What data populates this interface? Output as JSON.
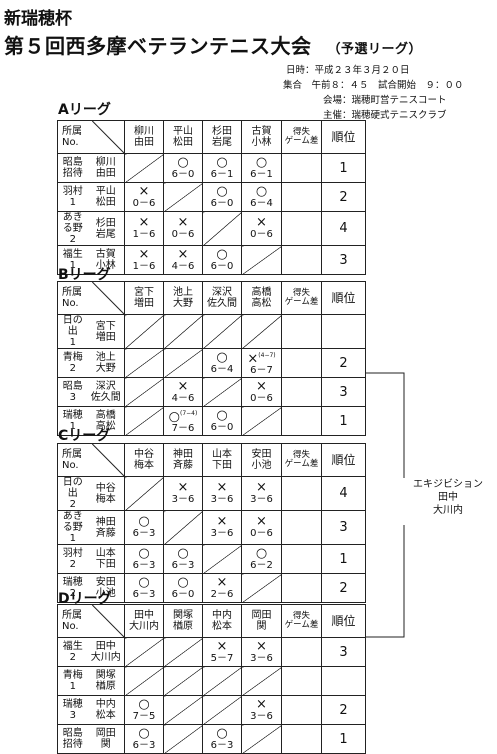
{
  "header": {
    "cup": "新瑞穂杯",
    "title": "第５回西多摩ベテランテニス大会",
    "subtitle": "（予選リーグ）",
    "date": "日時：平成２３年３月２０日",
    "times": "集合　午前８：４５　試合開始　９：００",
    "venue": "会場：瑞穂町営テニスコート",
    "host": "主催：瑞穂硬式テニスクラブ"
  },
  "table_headers": {
    "affiliation": "所属",
    "number": "No.",
    "points": [
      "得失",
      "ゲーム差"
    ],
    "rank": "順位"
  },
  "exhibition": {
    "label": "エキジビション",
    "names": [
      "田中",
      "大川内"
    ]
  },
  "leagues": [
    {
      "title": "Aリーグ",
      "teams": [
        {
          "aff": "昭島",
          "num": "招待",
          "names": [
            "柳川",
            "由田"
          ],
          "rank": "1"
        },
        {
          "aff": "羽村",
          "num": "1",
          "names": [
            "平山",
            "松田"
          ],
          "rank": "2"
        },
        {
          "aff": "あきる野",
          "num": "2",
          "names": [
            "杉田",
            "岩尾"
          ],
          "rank": "4"
        },
        {
          "aff": "福生",
          "num": "1",
          "names": [
            "古賀",
            "小林"
          ],
          "rank": "3"
        }
      ],
      "results": [
        [
          null,
          {
            "s": "○",
            "sc": "6－0"
          },
          {
            "s": "○",
            "sc": "6－1"
          },
          {
            "s": "○",
            "sc": "6－1"
          }
        ],
        [
          {
            "s": "×",
            "sc": "0－6"
          },
          null,
          {
            "s": "○",
            "sc": "6－0"
          },
          {
            "s": "○",
            "sc": "6－4"
          }
        ],
        [
          {
            "s": "×",
            "sc": "1－6"
          },
          {
            "s": "×",
            "sc": "0－6"
          },
          null,
          {
            "s": "×",
            "sc": "0－6"
          }
        ],
        [
          {
            "s": "×",
            "sc": "1－6"
          },
          {
            "s": "×",
            "sc": "4－6"
          },
          {
            "s": "○",
            "sc": "6－0"
          },
          null
        ]
      ]
    },
    {
      "title": "Bリーグ",
      "teams": [
        {
          "aff": "日の出",
          "num": "1",
          "names": [
            "宮下",
            "増田"
          ],
          "rank": ""
        },
        {
          "aff": "青梅",
          "num": "2",
          "names": [
            "池上",
            "大野"
          ],
          "rank": "2"
        },
        {
          "aff": "昭島",
          "num": "3",
          "names": [
            "深沢",
            "佐久間"
          ],
          "rank": "3"
        },
        {
          "aff": "瑞穂",
          "num": "1",
          "names": [
            "高橋",
            "高松"
          ],
          "rank": "1"
        }
      ],
      "results": [
        [
          null,
          {
            "d": true
          },
          {
            "d": true
          },
          {
            "d": true
          }
        ],
        [
          {
            "d": true
          },
          null,
          {
            "s": "○",
            "sc": "6－4"
          },
          {
            "s": "×",
            "n": "(4−7)",
            "sc": "6－7"
          }
        ],
        [
          {
            "d": true
          },
          {
            "s": "×",
            "sc": "4－6"
          },
          null,
          {
            "s": "×",
            "sc": "0－6"
          }
        ],
        [
          {
            "d": true
          },
          {
            "s": "○",
            "n": "(7−4)",
            "sc": "7－6"
          },
          {
            "s": "○",
            "sc": "6－0"
          },
          null
        ]
      ]
    },
    {
      "title": "Cリーグ",
      "teams": [
        {
          "aff": "日の出",
          "num": "2",
          "names": [
            "中谷",
            "梅本"
          ],
          "rank": "4"
        },
        {
          "aff": "あきる野",
          "num": "1",
          "names": [
            "神田",
            "斉藤"
          ],
          "rank": "3"
        },
        {
          "aff": "羽村",
          "num": "2",
          "names": [
            "山本",
            "下田"
          ],
          "rank": "1"
        },
        {
          "aff": "瑞穂",
          "num": "2",
          "names": [
            "安田",
            "小池"
          ],
          "rank": "2"
        }
      ],
      "results": [
        [
          null,
          {
            "s": "×",
            "sc": "3－6"
          },
          {
            "s": "×",
            "sc": "3－6"
          },
          {
            "s": "×",
            "sc": "3－6"
          }
        ],
        [
          {
            "s": "○",
            "sc": "6－3"
          },
          null,
          {
            "s": "×",
            "sc": "3－6"
          },
          {
            "s": "×",
            "sc": "0－6"
          }
        ],
        [
          {
            "s": "○",
            "sc": "6－3"
          },
          {
            "s": "○",
            "sc": "6－3"
          },
          null,
          {
            "s": "○",
            "sc": "6－2"
          }
        ],
        [
          {
            "s": "○",
            "sc": "6－3"
          },
          {
            "s": "○",
            "sc": "6－0"
          },
          {
            "s": "×",
            "sc": "2－6"
          },
          null
        ]
      ]
    },
    {
      "title": "Dリーグ",
      "teams": [
        {
          "aff": "福生",
          "num": "2",
          "names": [
            "田中",
            "大川内"
          ],
          "rank": "3"
        },
        {
          "aff": "青梅",
          "num": "1",
          "names": [
            "関塚",
            "楢原"
          ],
          "rank": ""
        },
        {
          "aff": "瑞穂",
          "num": "3",
          "names": [
            "中内",
            "松本"
          ],
          "rank": "2"
        },
        {
          "aff": "昭島",
          "num": "招待",
          "names": [
            "岡田",
            "関"
          ],
          "rank": "1"
        }
      ],
      "results": [
        [
          null,
          {
            "d": true
          },
          {
            "s": "×",
            "sc": "5－7"
          },
          {
            "s": "×",
            "sc": "3－6"
          }
        ],
        [
          {
            "d": true
          },
          null,
          {
            "d": true
          },
          {
            "d": true
          }
        ],
        [
          {
            "s": "○",
            "sc": "7－5"
          },
          {
            "d": true
          },
          null,
          {
            "s": "×",
            "sc": "3－6"
          }
        ],
        [
          {
            "s": "○",
            "sc": "6－3"
          },
          {
            "d": true
          },
          {
            "s": "○",
            "sc": "6－3"
          },
          null
        ]
      ]
    }
  ]
}
